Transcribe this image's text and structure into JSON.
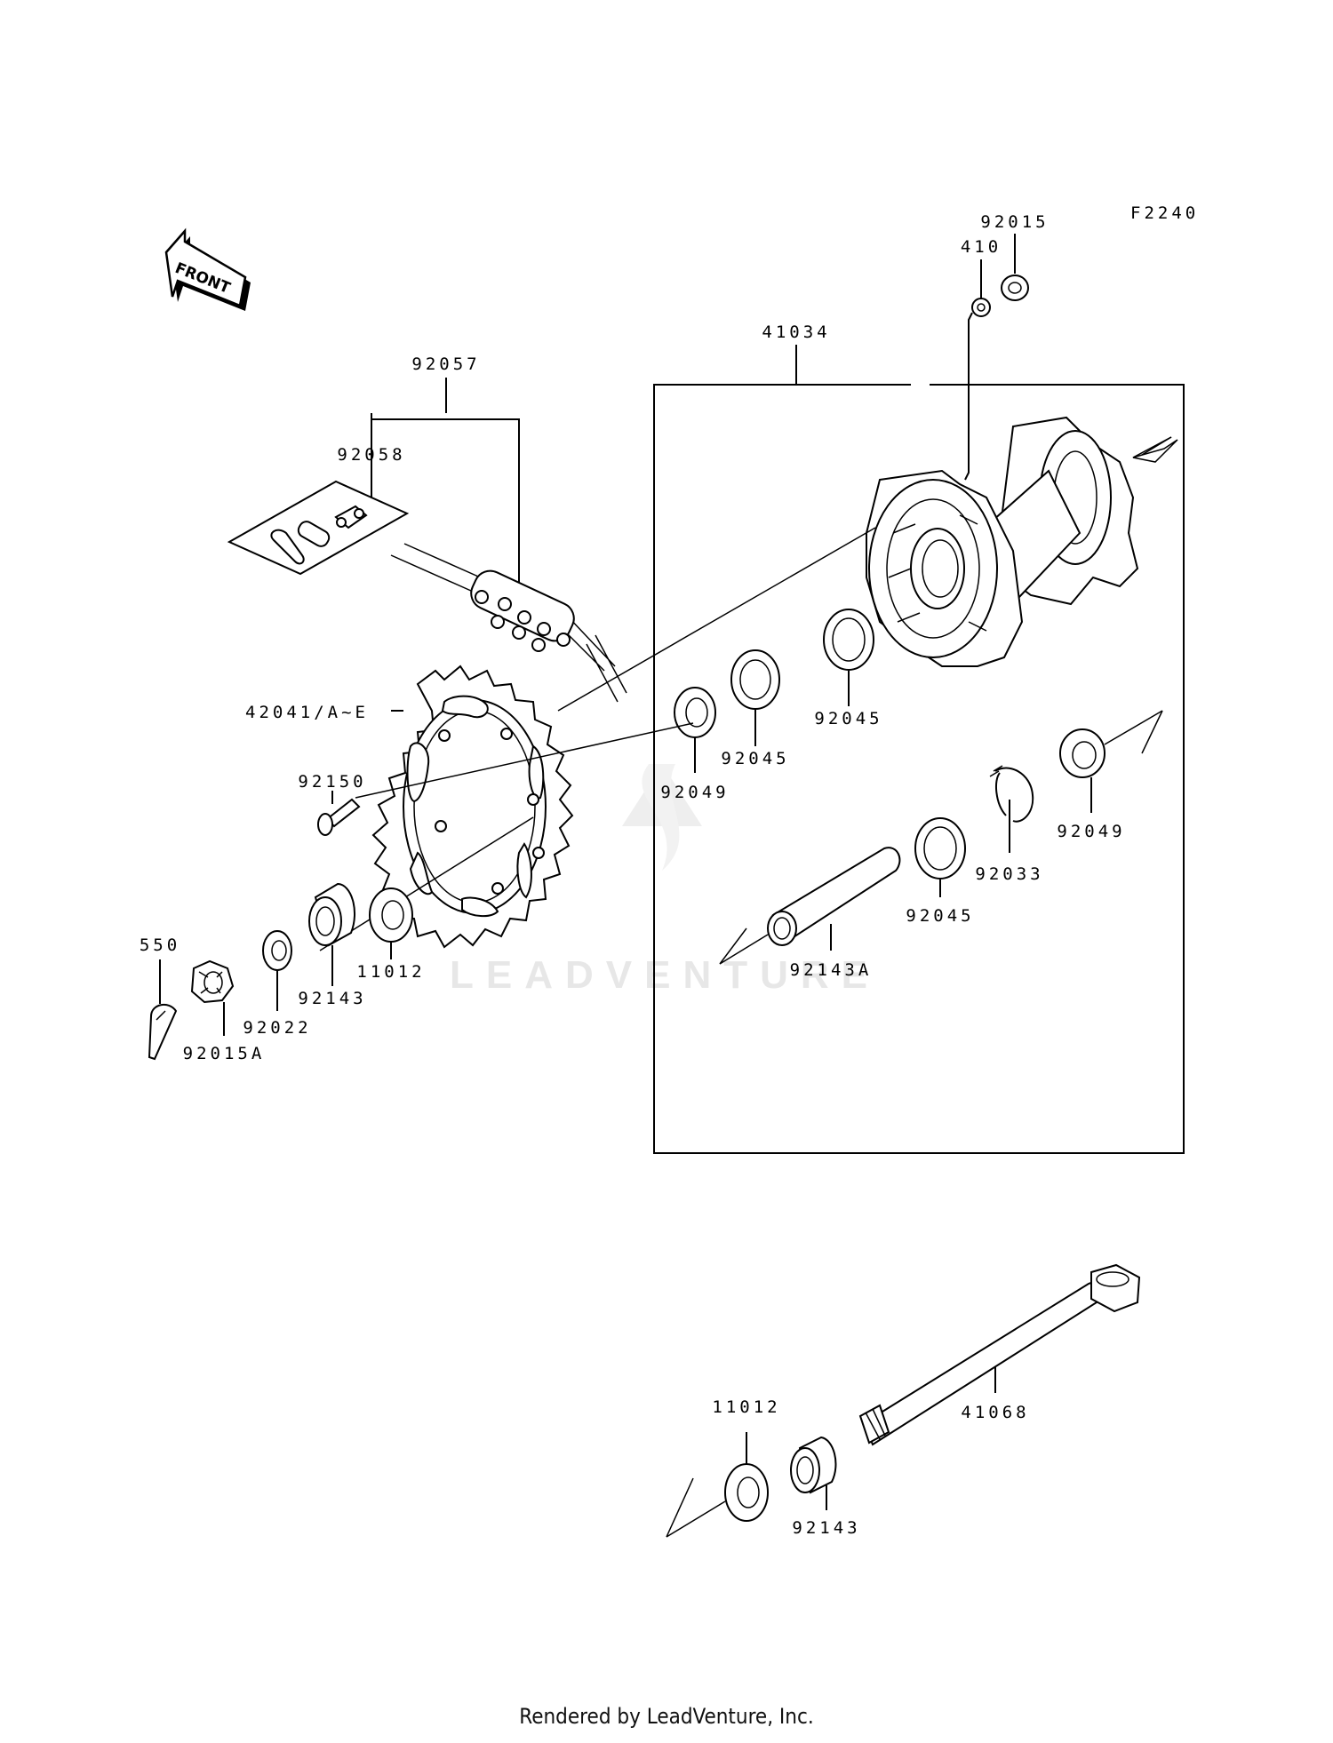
{
  "figure_code": "F2240",
  "front_badge": "FRONT",
  "watermark": "LEADVENTURE",
  "footer": "Rendered by LeadVenture, Inc.",
  "parts": {
    "p92015": "92015",
    "p410": "410",
    "p41034": "41034",
    "p92057": "92057",
    "p92058": "92058",
    "p42041": "42041/A~E",
    "p92150": "92150",
    "p92049a": "92049",
    "p92045a": "92045",
    "p92045b": "92045",
    "p92049b": "92049",
    "p92033": "92033",
    "p92045c": "92045",
    "p92143a": "92143A",
    "p550": "550",
    "p92015a": "92015A",
    "p92022": "92022",
    "p92143": "92143",
    "p11012": "11012",
    "p11012b": "11012",
    "p92143b": "92143",
    "p41068": "41068"
  }
}
